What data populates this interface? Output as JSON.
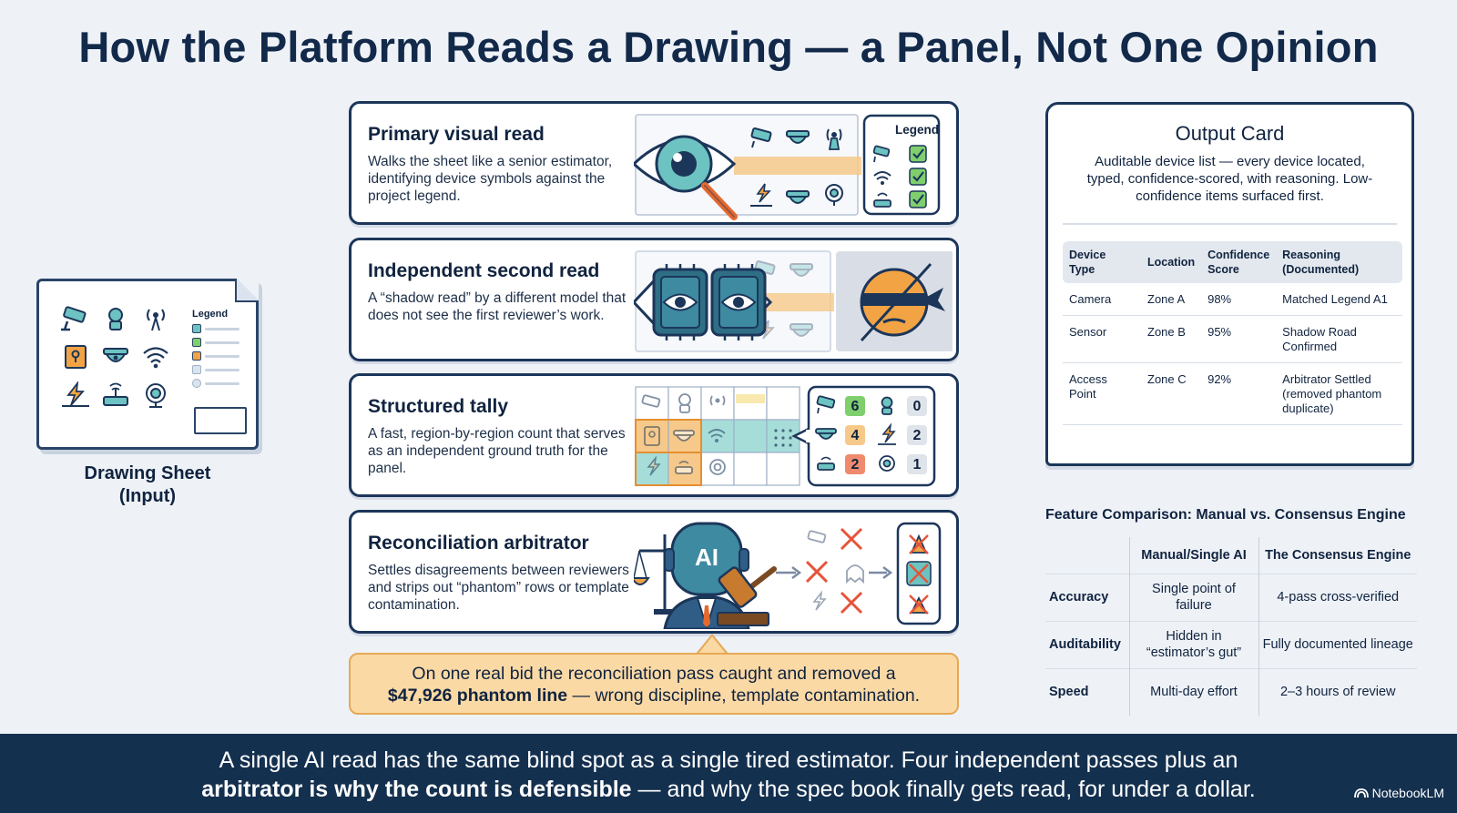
{
  "title": "How the Platform Reads a Drawing — a Panel, Not One Opinion",
  "sheet": {
    "legend_title": "Legend",
    "caption_line1": "Drawing Sheet",
    "caption_line2": "(Input)"
  },
  "cards": [
    {
      "title": "Primary visual read",
      "body": "Walks the sheet like a senior estimator, identifying device symbols against the project legend.",
      "legend_title": "Legend"
    },
    {
      "title": "Independent second read",
      "body": "A “shadow read” by a different model that does not see the first reviewer’s work."
    },
    {
      "title": "Structured tally",
      "body": "A fast, region-by-region count that serves as an independent ground truth for the panel.",
      "counts": [
        "6",
        "0",
        "4",
        "2",
        "2",
        "1"
      ]
    },
    {
      "title": "Reconciliation arbitrator",
      "body": "Settles disagreements between reviewers and strips out “phantom” rows or template contamination.",
      "badge": "AI"
    }
  ],
  "callout": {
    "line1": "On one real bid the reconciliation pass caught and removed a",
    "bold": "$47,926 phantom line",
    "rest": " — wrong discipline, template contamination."
  },
  "output": {
    "title": "Output Card",
    "desc": "Auditable device list — every device located, typed, confidence-scored, with reasoning. Low-confidence items surfaced first.",
    "headers": [
      "Device Type",
      "Location",
      "Confidence Score",
      "Reasoning (Documented)"
    ],
    "rows": [
      [
        "Camera",
        "Zone A",
        "98%",
        "Matched Legend A1"
      ],
      [
        "Sensor",
        "Zone B",
        "95%",
        "Shadow Road Confirmed"
      ],
      [
        "Access Point",
        "Zone C",
        "92%",
        "Arbitrator Settled (removed phantom duplicate)"
      ]
    ]
  },
  "comparison": {
    "title": "Feature Comparison: Manual vs. Consensus Engine",
    "headers": [
      "",
      "Manual/Single AI",
      "The Consensus Engine"
    ],
    "rows": [
      [
        "Accuracy",
        "Single point of failure",
        "4-pass cross-verified"
      ],
      [
        "Auditability",
        "Hidden in “estimator’s gut”",
        "Fully documented lineage"
      ],
      [
        "Speed",
        "Multi-day effort",
        "2–3 hours of review"
      ]
    ]
  },
  "footer": {
    "line1": "A single AI read has the same blind spot as a single tired estimator. Four independent passes plus an",
    "bold": "arbitrator is why the count is defensible",
    "rest": " — and why the spec book finally gets read, for under a dollar."
  },
  "brand": "NotebookLM",
  "colors": {
    "navy": "#14304f",
    "ink": "#10233f",
    "teal": "#6cc3c1",
    "orange": "#f2a444",
    "green": "#7fcf6e",
    "callout": "#fbd9a5"
  }
}
